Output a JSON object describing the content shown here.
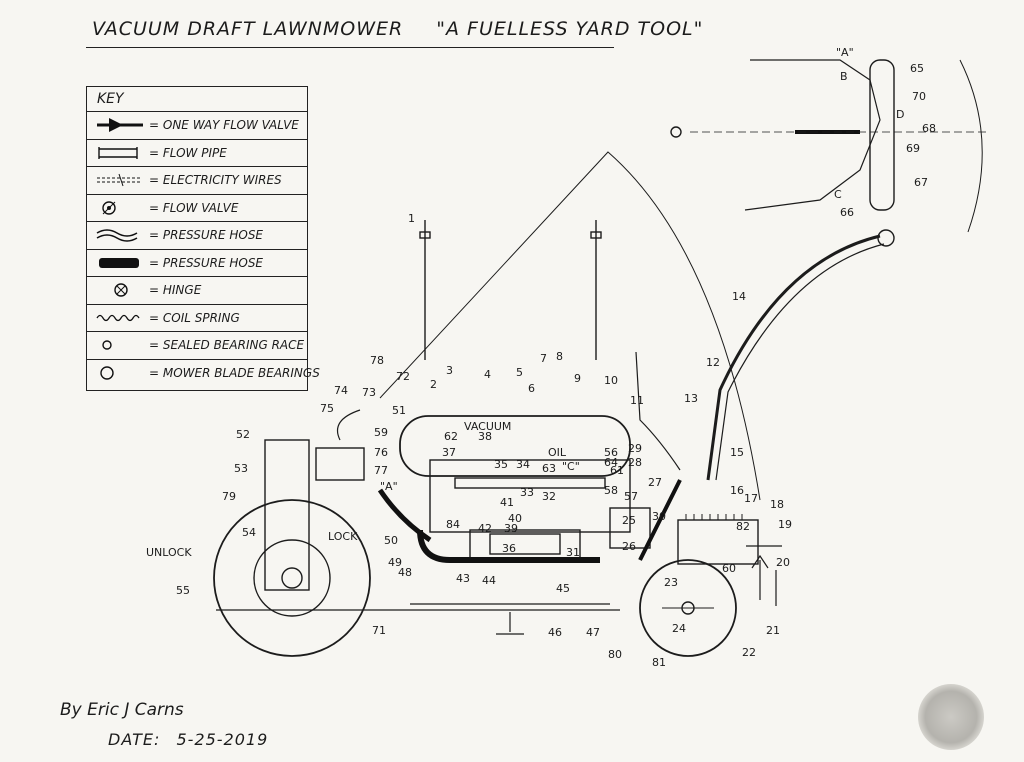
{
  "title": {
    "left": "VACUUM DRAFT LAWNMOWER",
    "right": "\"A FUELLESS YARD TOOL\""
  },
  "key": {
    "heading": "KEY",
    "items": [
      {
        "symbol": "one-way-flow-valve-icon",
        "label": "= ONE WAY FLOW VALVE"
      },
      {
        "symbol": "flow-pipe-icon",
        "label": "= FLOW PIPE"
      },
      {
        "symbol": "electricity-wires-icon",
        "label": "= ELECTRICITY WIRES"
      },
      {
        "symbol": "flow-valve-icon",
        "label": "= FLOW VALVE"
      },
      {
        "symbol": "pressure-hose-thin-icon",
        "label": "= PRESSURE HOSE"
      },
      {
        "symbol": "pressure-hose-thick-icon",
        "label": "= PRESSURE HOSE"
      },
      {
        "symbol": "hinge-icon",
        "label": "= HINGE"
      },
      {
        "symbol": "coil-spring-icon",
        "label": "= COIL SPRING"
      },
      {
        "symbol": "sealed-bearing-race-icon",
        "label": "= SEALED BEARING RACE"
      },
      {
        "symbol": "mower-blade-bearings-icon",
        "label": "= MOWER BLADE BEARINGS"
      }
    ]
  },
  "labels": {
    "vacuum": "VACUUM",
    "oil": "OIL",
    "unlock": "UNLOCK",
    "lock": "LOCK",
    "a_upper": "\"A\"",
    "b_upper": "B",
    "c_upper": "C",
    "c_tank": "\"C\"",
    "a_left": "\"A\"",
    "d_upper": "D"
  },
  "part_numbers": [
    "1",
    "2",
    "3",
    "4",
    "5",
    "6",
    "7",
    "8",
    "9",
    "10",
    "11",
    "12",
    "13",
    "14",
    "15",
    "16",
    "17",
    "18",
    "19",
    "20",
    "21",
    "22",
    "23",
    "24",
    "25",
    "26",
    "27",
    "28",
    "29",
    "30",
    "31",
    "32",
    "33",
    "34",
    "35",
    "36",
    "37",
    "38",
    "39",
    "40",
    "41",
    "42",
    "43",
    "44",
    "45",
    "46",
    "47",
    "48",
    "49",
    "50",
    "51",
    "52",
    "53",
    "54",
    "55",
    "56",
    "57",
    "58",
    "59",
    "60",
    "61",
    "62",
    "63",
    "64",
    "65",
    "66",
    "67",
    "68",
    "69",
    "70",
    "71",
    "72",
    "73",
    "74",
    "75",
    "76",
    "77",
    "78",
    "79",
    "80",
    "81",
    "82",
    "84"
  ],
  "signature": "By Eric J Carns",
  "date": {
    "label": "DATE:",
    "value": "5-25-2019"
  }
}
